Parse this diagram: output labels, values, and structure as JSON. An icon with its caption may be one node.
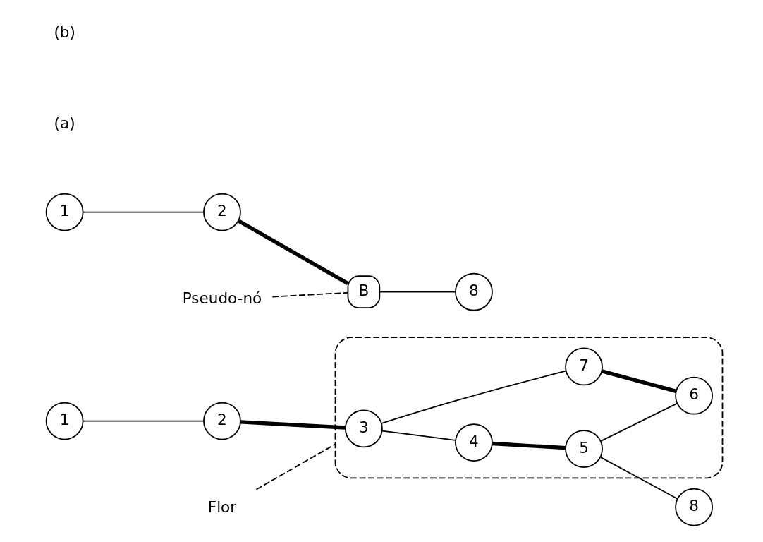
{
  "diagram": {
    "nodes": [
      {
        "text": [
          "1"
        ]
      },
      {
        "text": [
          "2"
        ]
      },
      {
        "text": [],
        "shape": "box"
      },
      {
        "text": [
          "3"
        ],
        "in": 2
      },
      {
        "text": [
          "4"
        ],
        "in": 2
      },
      {
        "text": [
          "5"
        ],
        "in": 2
      },
      {
        "text": [
          "6"
        ],
        "in": 2
      },
      {
        "text": [
          "7"
        ],
        "in": 2
      },
      {
        "text": [
          "8"
        ]
      },
      {
        "text": [
          "Flor"
        ]
      },
      {
        "text": [
          "1"
        ]
      },
      {
        "text": [
          "2"
        ]
      },
      {
        "text": [
          "B"
        ]
      },
      {
        "text": [
          "8"
        ]
      },
      {
        "text": [
          "Pseudo-nó"
        ]
      }
    ],
    "edges": [
      {
        "from": 0,
        "to": 1,
        "arrow": "none"
      },
      {
        "from": 1,
        "to": 3,
        "arrow": "none",
        "style": "thick"
      },
      {
        "from": 3,
        "to": 4,
        "arrow": "none"
      },
      {
        "from": 4,
        "to": 5,
        "arrow": "none",
        "style": "thick"
      },
      {
        "from": 5,
        "to": 8,
        "arrow": "none"
      },
      {
        "from": 5,
        "to": 6,
        "arrow": "none"
      },
      {
        "from": 7,
        "to": 6,
        "arrow": "none",
        "style": "thick"
      },
      {
        "from": 3,
        "to": 7,
        "arrow": "none"
      },
      {
        "from": 9,
        "to": 2,
        "arrow": "none",
        "style": "dashed"
      },
      {
        "from": 10,
        "to": 11,
        "arrow": "none"
      },
      {
        "from": 11,
        "to": 12,
        "arrow": "none",
        "style": "thick"
      },
      {
        "from": 12,
        "to": 13,
        "arrow": "none"
      },
      {
        "from": 14,
        "to": 12,
        "arrow": "none",
        "style": "dashed"
      }
    ],
    "labels": [
      "(a)",
      "(b)"
    ]
  }
}
